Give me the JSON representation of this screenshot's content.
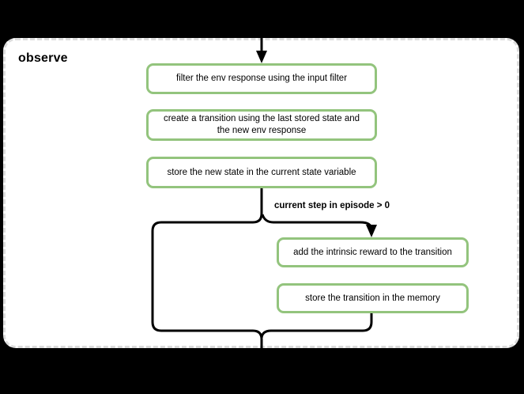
{
  "diagram": {
    "title": "observe",
    "nodes": [
      {
        "id": "filter-env-response",
        "label": "filter the env response using the input filter"
      },
      {
        "id": "create-transition",
        "label": "create a transition using the last stored state and the new env response"
      },
      {
        "id": "store-new-state",
        "label": "store the new state in the current state variable"
      },
      {
        "id": "add-intrinsic-reward",
        "label": "add the intrinsic reward to the transition"
      },
      {
        "id": "store-transition",
        "label": "store the transition in the memory"
      }
    ],
    "edges": {
      "condition_label": "current step in episode > 0"
    },
    "colors": {
      "background": "#000000",
      "container_fill": "#ffffff",
      "container_border": "#dcdcdc",
      "node_border": "#93c47d",
      "node_fill": "#ffffff",
      "connector": "#000000",
      "text": "#000000"
    }
  }
}
